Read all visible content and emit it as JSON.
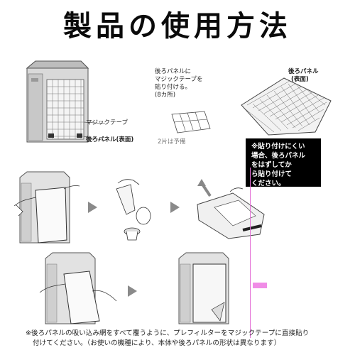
{
  "title": "製品の使用方法",
  "top_section": {
    "label_magic_tape": "マジックテープ",
    "label_back_panel_left": "後ろパネル(表面)",
    "instruction_lines": [
      "後ろパネルに",
      "マジックテープを",
      "貼り付ける。",
      "(8カ所)"
    ],
    "spare_note": "2片は予備",
    "label_back_panel_right_line1": "後ろパネル",
    "label_back_panel_right_line2": "(表面)"
  },
  "note_box": {
    "lines": [
      "※貼り付けにくい",
      "場合、後ろパネル",
      "をはずしてか",
      "ら貼り付けて",
      "ください。"
    ]
  },
  "bottom_note": {
    "line1": "※後ろパネルの吸い込み網をすべて覆うように、プレフィルターをマジックテープに直接貼り",
    "line2": "付けてください。（お使いの機種により、本体や後ろパネルの形状は異なります）"
  },
  "colors": {
    "title": "#0a0a0a",
    "note_bg": "#000000",
    "arrow": "#8a8a8a",
    "accent_line": "#e36fd6"
  }
}
